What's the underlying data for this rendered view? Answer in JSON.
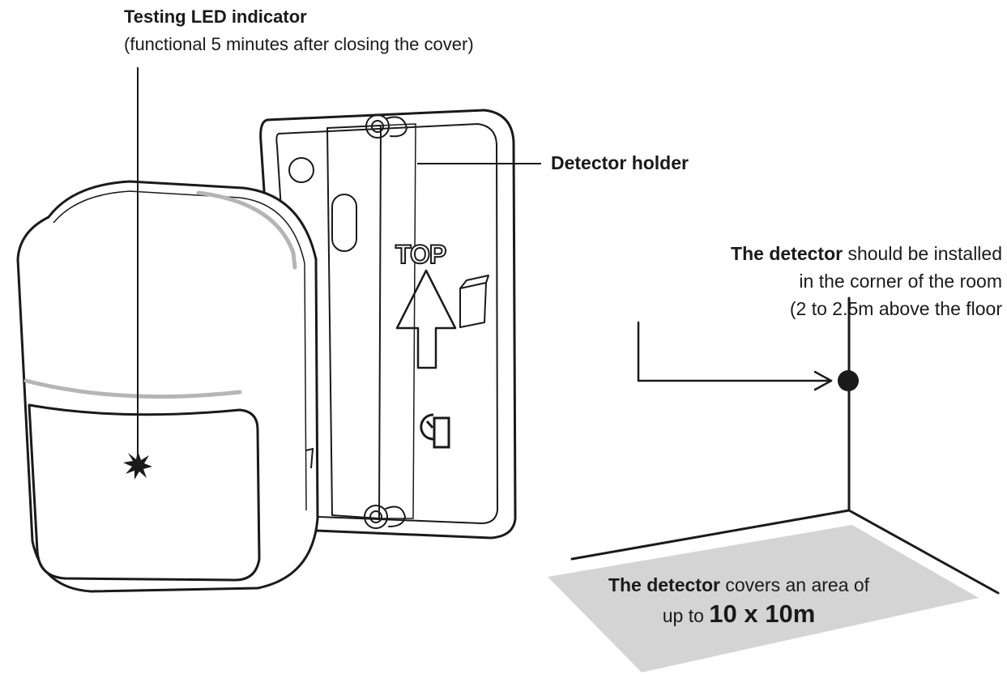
{
  "labels": {
    "led_title": "Testing LED indicator",
    "led_sub": "(functional 5 minutes after closing the cover)",
    "holder": "Detector holder",
    "top_mark": "TOP",
    "install_bold": "The detector",
    "install_rest": " should be installed",
    "install_line2": "in the corner of the room",
    "install_line3": "(2 to 2.5m above the floor",
    "cover_bold": "The detector",
    "cover_rest": " covers an area of",
    "cover_line2_prefix": "up to ",
    "cover_line2_big": "10 x 10m"
  },
  "colors": {
    "ink": "#1a1a1a",
    "floor_shade": "#d4d4d4",
    "highlight": "#b5b5b5"
  },
  "icons": [
    "led-star-icon",
    "up-arrow-icon",
    "tamper-switch-icon"
  ]
}
